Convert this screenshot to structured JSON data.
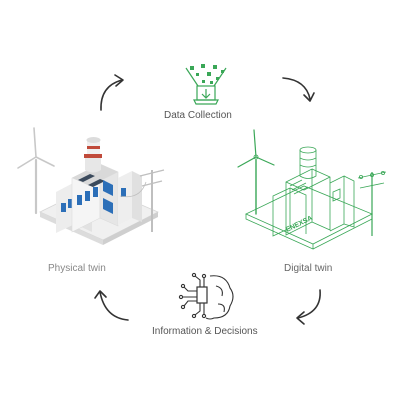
{
  "labels": {
    "data_collection": "Data Collection",
    "physical_twin": "Physical twin",
    "digital_twin": "Digital twin",
    "information_decisions": "Information & Decisions"
  },
  "digital_brand": "ENEXSA",
  "colors": {
    "green": "#3aa757",
    "blue": "#2c6fb8",
    "red": "#c04a3a",
    "arrow": "#333333",
    "label": "#555555"
  },
  "icons": [
    "data-collection-icon",
    "brain-chip-icon",
    "cycle-arrow-icon"
  ]
}
